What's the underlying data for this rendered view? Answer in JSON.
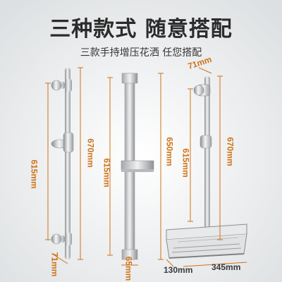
{
  "image": {
    "title": "三种款式 随意搭配",
    "subtitle": "三款手持增压花洒 任您搭配",
    "colors": {
      "background": "#eff1f1",
      "steel_dark": "#8a8d8f",
      "steel_light": "#f4f5f6",
      "dimension_orange": "#d07216",
      "dimension_dark": "#3a3a3a"
    },
    "products": [
      {
        "name": "round-bar-with-holder",
        "dimensions": {
          "total_height": "670mm",
          "hole_spacing": "615mm",
          "mount_width": "71mm"
        }
      },
      {
        "name": "square-bar",
        "dimensions": {
          "total_height": "650mm",
          "hole_spacing": "615mm",
          "mount_width": "65mm"
        }
      },
      {
        "name": "bar-with-basket",
        "dimensions": {
          "top_width": "71mm",
          "total_height": "670mm",
          "hole_spacing": "615mm",
          "basket_depth": "130mm",
          "basket_width": "345mm"
        }
      }
    ]
  }
}
